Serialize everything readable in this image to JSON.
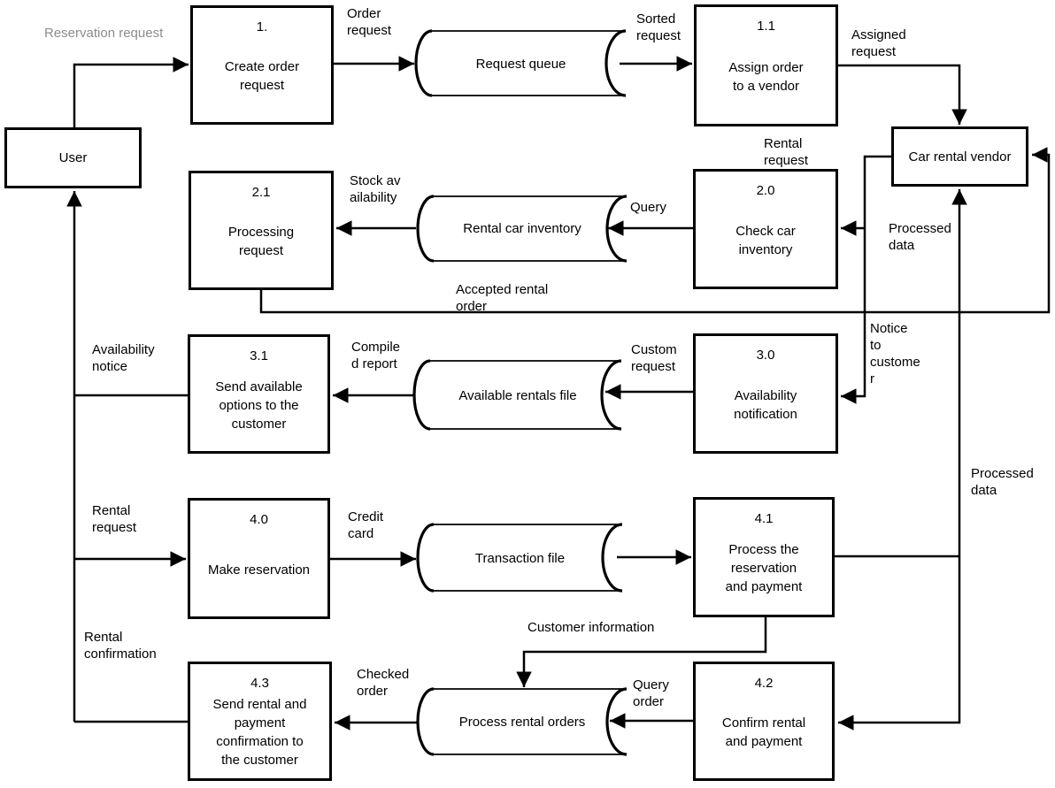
{
  "colors": {
    "background": "#ffffff",
    "line": "#000000",
    "text": "#000000",
    "muted_label": "#8c8c8c"
  },
  "entities": [
    {
      "label": "User"
    },
    {
      "label": "Car rental vendor"
    }
  ],
  "processes": [
    {
      "id": "1.",
      "label": "Create order\nrequest"
    },
    {
      "id": "1.1",
      "label": "Assign order\nto a vendor"
    },
    {
      "id": "2.1",
      "label": "Processing\nrequest"
    },
    {
      "id": "2.0",
      "label": "Check car\ninventory"
    },
    {
      "id": "3.1",
      "label": "Send available\noptions to the\ncustomer"
    },
    {
      "id": "3.0",
      "label": "Availability\nnotification"
    },
    {
      "id": "4.0",
      "label": "Make reservation"
    },
    {
      "id": "4.1",
      "label": "Process the\nreservation\nand payment"
    },
    {
      "id": "4.3",
      "label": "Send rental and\npayment\nconfirmation to\nthe customer"
    },
    {
      "id": "4.2",
      "label": "Confirm rental\nand payment"
    }
  ],
  "stores": [
    {
      "label": "Request queue"
    },
    {
      "label": "Rental car inventory"
    },
    {
      "label": "Available rentals file"
    },
    {
      "label": "Transaction file"
    },
    {
      "label": "Process rental orders"
    }
  ],
  "flows": {
    "reservation_request": {
      "text": "Reservation request"
    },
    "order_request": {
      "text": "Order\nrequest"
    },
    "sorted_request": {
      "text": "Sorted\nrequest"
    },
    "assigned_request": {
      "text": "Assigned\nrequest"
    },
    "rental_request_vendor": {
      "text": "Rental\nrequest"
    },
    "query": {
      "text": "Query"
    },
    "stock_availability": {
      "text": "Stock av\nailability"
    },
    "processed_data_upper": {
      "text": "Processed\ndata"
    },
    "accepted_rental_order": {
      "text": "Accepted rental\norder"
    },
    "notice_to_customer": {
      "text": "Notice\nto\ncustome\nr"
    },
    "custom_request": {
      "text": "Custom\nrequest"
    },
    "compiled_report": {
      "text": "Compile\nd report"
    },
    "availability_notice": {
      "text": "Availability\nnotice"
    },
    "rental_request_user": {
      "text": "Rental\nrequest"
    },
    "credit_card": {
      "text": "Credit\ncard"
    },
    "processed_data_lower": {
      "text": "Processed\ndata"
    },
    "customer_information": {
      "text": "Customer information"
    },
    "query_order": {
      "text": "Query\norder"
    },
    "checked_order": {
      "text": "Checked\norder"
    },
    "rental_confirmation": {
      "text": "Rental\nconfirmation"
    }
  }
}
